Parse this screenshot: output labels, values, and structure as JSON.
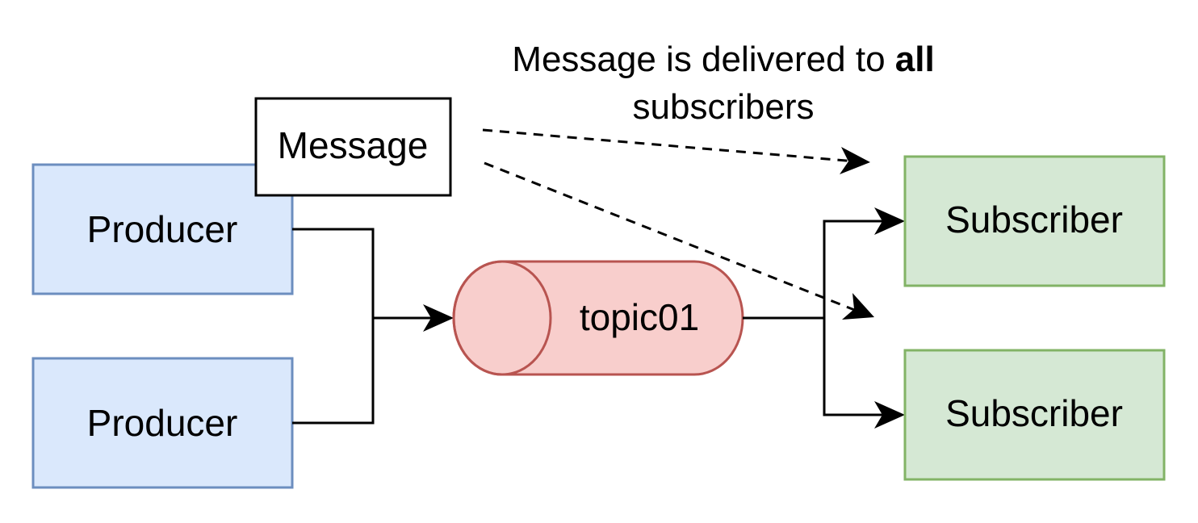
{
  "colors": {
    "producer_fill": "#dae8fc",
    "producer_stroke": "#6c8ebf",
    "topic_fill": "#f8cecc",
    "topic_stroke": "#b85450",
    "subscriber_fill": "#d5e8d4",
    "subscriber_stroke": "#82b366",
    "message_fill": "#ffffff",
    "message_stroke": "#000000",
    "line": "#000000"
  },
  "producers": [
    {
      "label": "Producer"
    },
    {
      "label": "Producer"
    }
  ],
  "message": {
    "label": "Message"
  },
  "topic": {
    "label": "topic01"
  },
  "subscribers": [
    {
      "label": "Subscriber"
    },
    {
      "label": "Subscriber"
    }
  ],
  "annotation": {
    "line1_prefix": "Message is delivered to ",
    "line1_bold": "all",
    "line2": "subscribers"
  }
}
